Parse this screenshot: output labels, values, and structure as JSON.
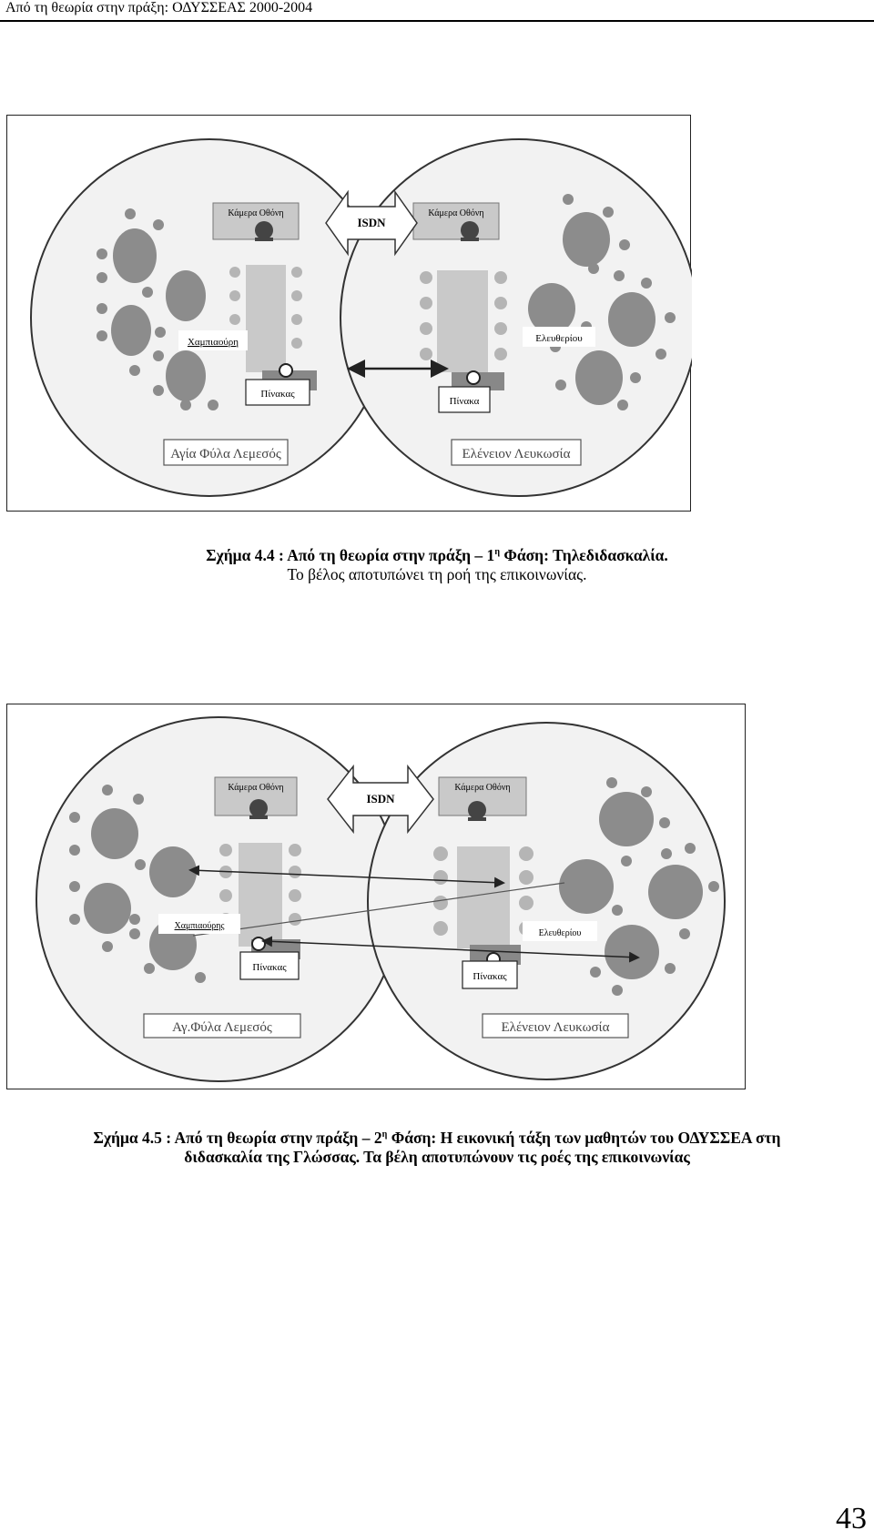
{
  "header": {
    "running_title": "Από τη θεωρία στην πράξη: ΟΔΥΣΣΕΑΣ 2000-2004"
  },
  "figure1": {
    "camera_left": "Κάμερα Οθόνη",
    "camera_right": "Κάμερα Οθόνη",
    "isdn": "ISDN",
    "teacher_left": "Χαμπιαούρη",
    "teacher_right": "Ελευθερίου",
    "board_left": "Πίνακας",
    "board_right": "Πίνακα",
    "school_left": "Αγία Φύλα Λεμεσός",
    "school_right": "Ελένειον Λευκωσία"
  },
  "caption1": {
    "line1_prefix": "Σχήμα 4.4 : Από τη θεωρία στην πράξη – 1",
    "line1_sup": "η",
    "line1_suffix": " Φάση: Τηλεδιδασκαλία.",
    "line2": "Το βέλος αποτυπώνει τη ροή της επικοινωνίας."
  },
  "figure2": {
    "camera_left": "Κάμερα Οθόνη",
    "camera_right": "Κάμερα Οθόνη",
    "isdn": "ISDN",
    "teacher_left": "Χαμπιαούρης",
    "teacher_right": "Ελευθερίου",
    "board_left": "Πίνακας",
    "board_right": "Πίνακας",
    "school_left": "Αγ.Φύλα Λεμεσός",
    "school_right": "Ελένειον Λευκωσία"
  },
  "caption2": {
    "line1_prefix": "Σχήμα 4.5 : Από τη θεωρία στην πράξη – 2",
    "line1_sup": "η",
    "line1_suffix": " Φάση: Η εικονική τάξη  των μαθητών του ΟΔΥΣΣΕΑ στη",
    "line2": "διδασκαλία της Γλώσσας. Τα βέλη αποτυπώνουν τις ροές της επικοινωνίας"
  },
  "footer": {
    "page_number": "43"
  },
  "colors": {
    "circle_fill": "#f2f2f2",
    "desk": "#c9c9c9",
    "seat": "#b5b5b5",
    "ellipse": "#8c8c8c",
    "stroke": "#333333"
  }
}
